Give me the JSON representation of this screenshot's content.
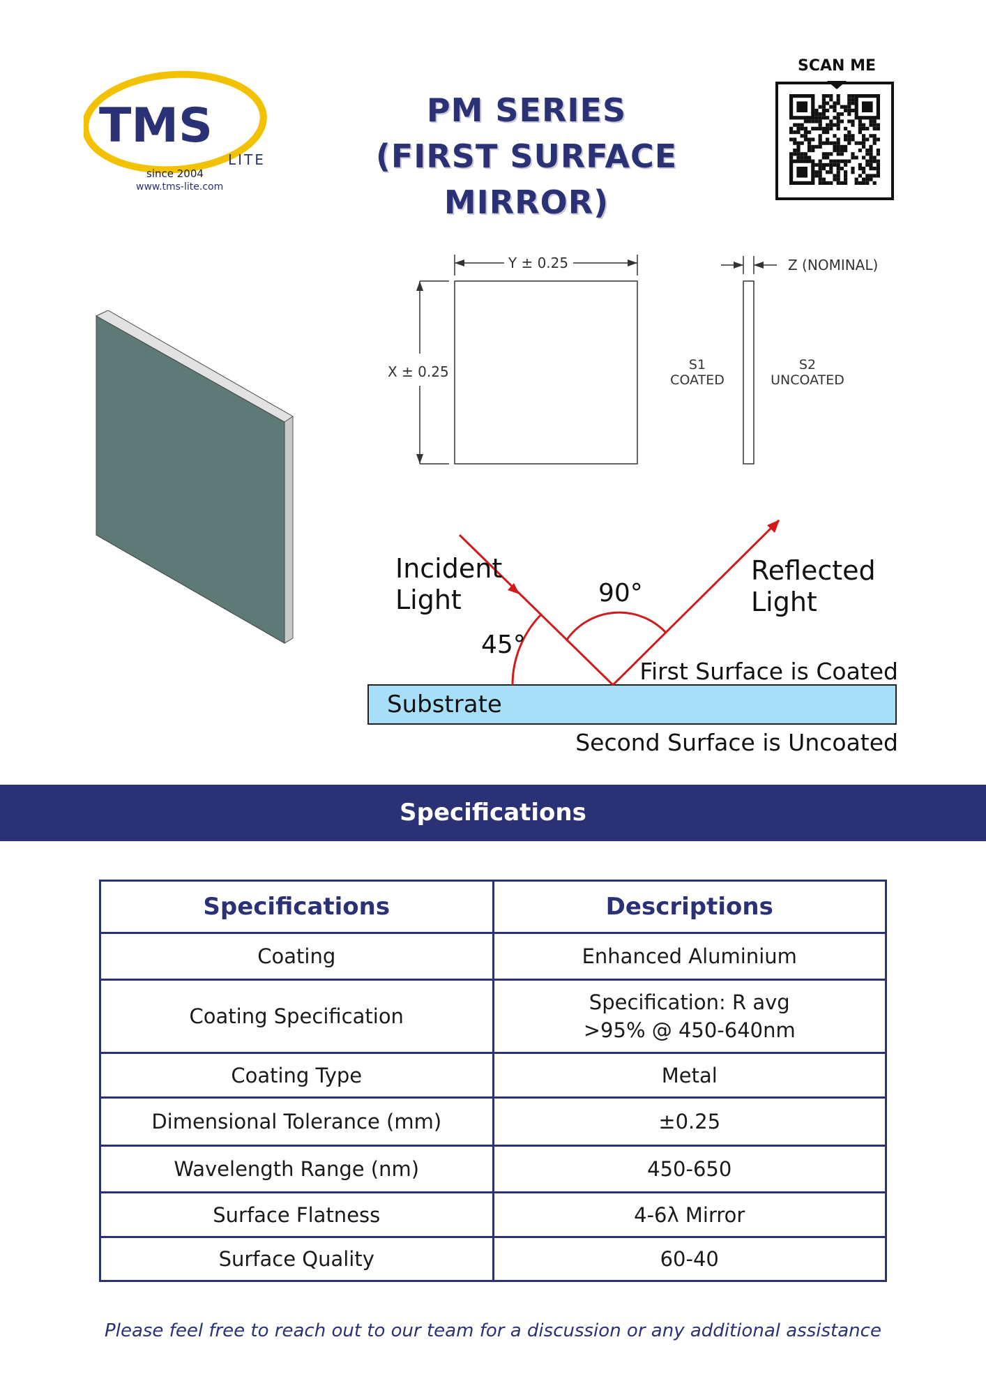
{
  "header": {
    "logo_text": "TMS",
    "logo_sub": "LITE",
    "since": "since 2004",
    "website": "www.tms-lite.com",
    "title_line1": "PM SERIES",
    "title_line2": "(FIRST SURFACE MIRROR)",
    "scan_label": "SCAN ME"
  },
  "dimension_drawing": {
    "y_label": "Y ± 0.25",
    "x_label": "X ± 0.25",
    "z_label": "Z (NOMINAL)",
    "s1": "S1",
    "s1_state": "COATED",
    "s2": "S2",
    "s2_state": "UNCOATED"
  },
  "reflection_diagram": {
    "incident_1": "Incident",
    "incident_2": "Light",
    "reflected_1": "Reflected",
    "reflected_2": "Light",
    "angle_90": "90°",
    "angle_45": "45°",
    "first_surface": "First Surface is Coated",
    "substrate": "Substrate",
    "second_surface": "Second Surface is Uncoated"
  },
  "banner": {
    "title": "Specifications"
  },
  "table": {
    "headers": [
      "Specifications",
      "Descriptions"
    ],
    "rows": [
      {
        "spec": "Coating",
        "desc": "Enhanced Aluminium"
      },
      {
        "spec": "Coating Specification",
        "desc_line1": "Specification: R avg",
        "desc_line2": ">95% @ 450-640nm"
      },
      {
        "spec": "Coating Type",
        "desc": "Metal"
      },
      {
        "spec": "Dimensional Tolerance (mm)",
        "desc": "±0.25"
      },
      {
        "spec": "Wavelength Range (nm)",
        "desc": "450-650"
      },
      {
        "spec": "Surface Flatness",
        "desc": "4-6λ Mirror"
      },
      {
        "spec": "Surface Quality",
        "desc": "60-40"
      }
    ]
  },
  "footer": {
    "note": "Please feel free to reach out to our team for a discussion or any additional assistance"
  },
  "colors": {
    "brand_navy": "#2b3175",
    "logo_yellow": "#f2c200",
    "mirror_face": "#5e7a76",
    "substrate": "#a8dff8",
    "ray_red": "#d11a1a"
  }
}
